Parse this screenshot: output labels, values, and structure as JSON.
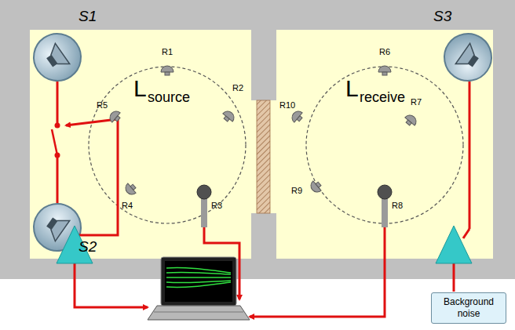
{
  "diagram": {
    "nodes": [
      {
        "text": [
          "S1"
        ]
      },
      {
        "text": [
          "S3"
        ]
      },
      {
        "text": [
          "S2"
        ]
      },
      {
        "text": [
          "Background noise"
        ]
      }
    ],
    "labels": [
      "R1",
      "R2",
      "R3",
      "R4",
      "R5",
      "R6",
      "R7",
      "R8",
      "R9",
      "R10",
      "L",
      "source",
      "L",
      "receive"
    ]
  }
}
